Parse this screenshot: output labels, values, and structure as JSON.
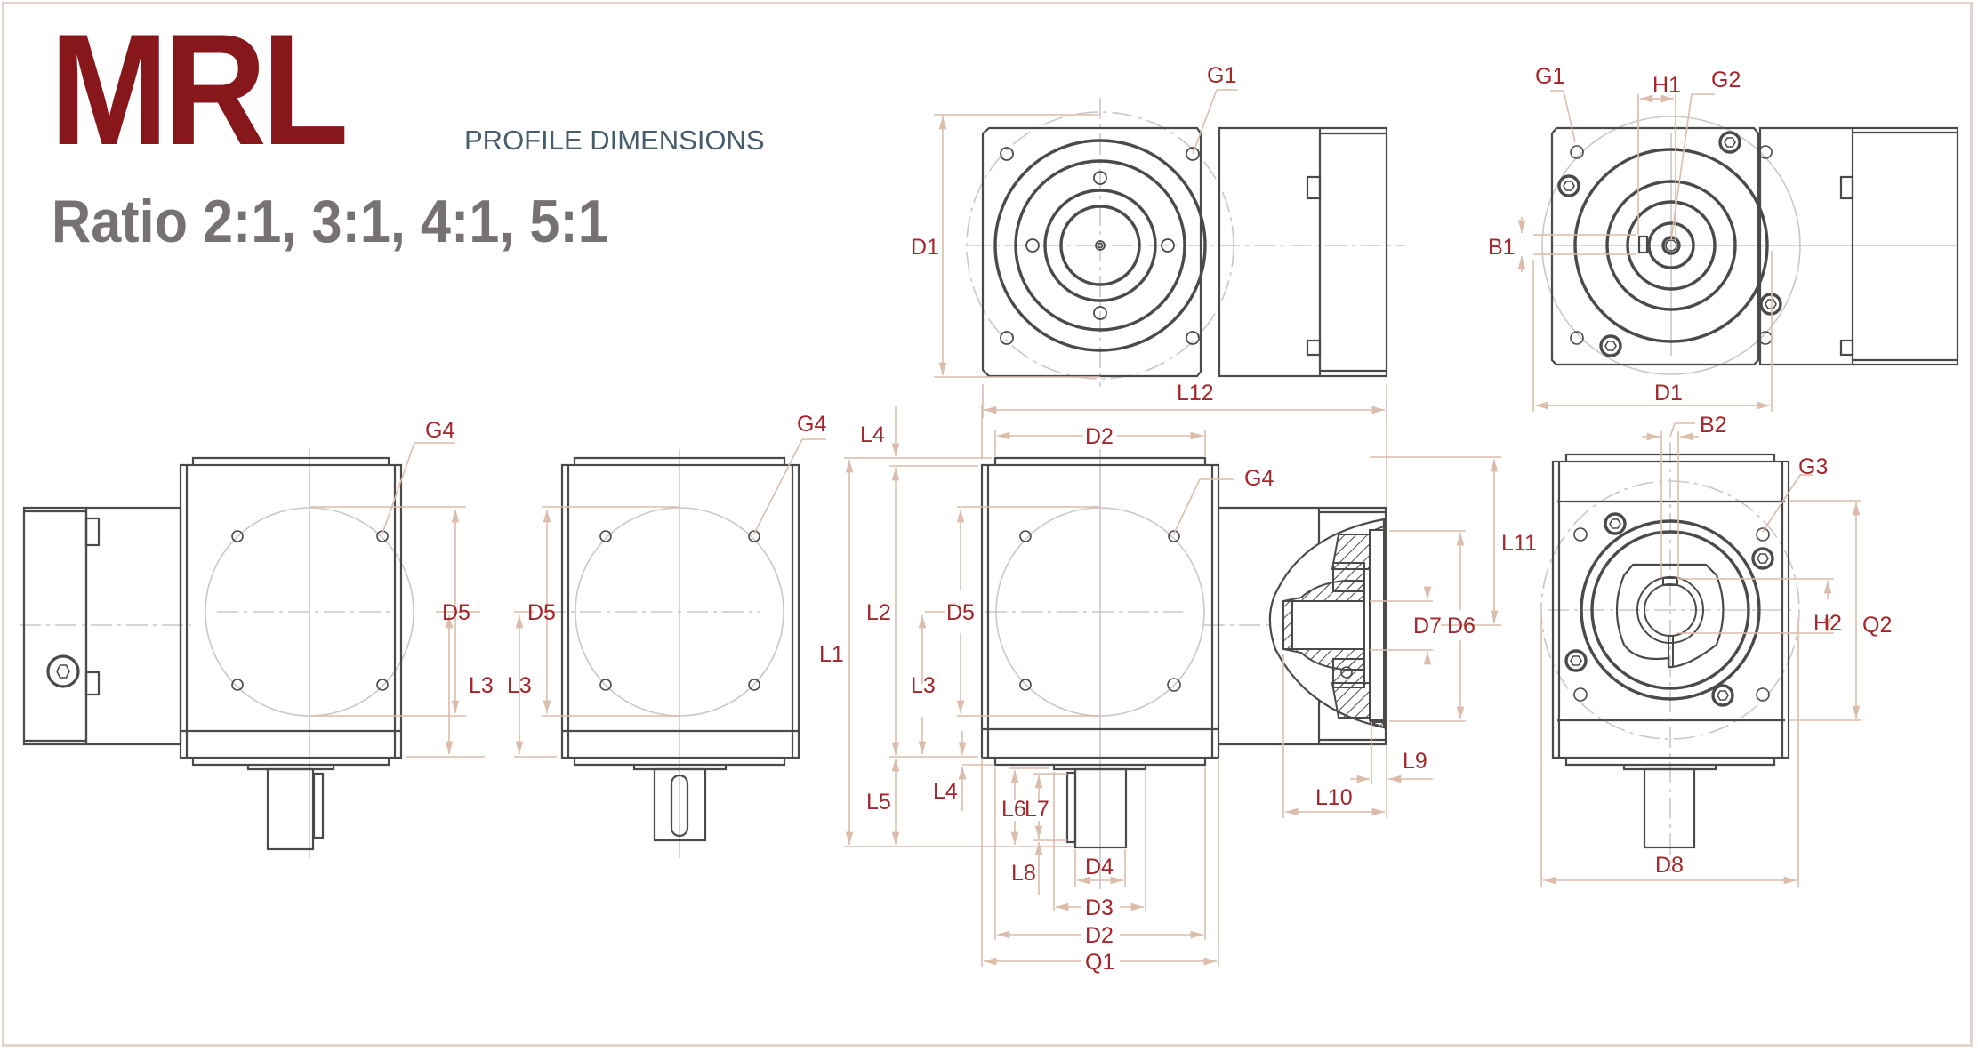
{
  "header": {
    "title": "MRL",
    "subtitle": "PROFILE DIMENSIONS",
    "ratio": "Ratio 2:1, 3:1, 4:1, 5:1"
  },
  "colors": {
    "title": "#88171b",
    "subtitle": "#475c6c",
    "ratio": "#767272",
    "dimension_label": "#a4262a",
    "dimension_line": "#dcbcaa",
    "outline": "#4a4a4a",
    "center_line": "#c8c8c8",
    "frame": "#e2d3cc"
  },
  "views": {
    "top_front": {
      "labels": {
        "g1": "G1",
        "d1": "D1",
        "l12": "L12"
      }
    },
    "top_output": {
      "labels": {
        "g1": "G1",
        "h1": "H1",
        "g2": "G2",
        "b1": "B1",
        "d1": "D1"
      }
    },
    "side_motor": {
      "labels": {
        "g4": "G4",
        "d5": "D5",
        "l3": "L3"
      }
    },
    "side_shaft": {
      "labels": {
        "g4": "G4",
        "d5": "D5",
        "l3": "L3"
      }
    },
    "side_section": {
      "labels": {
        "l4_top": "L4",
        "l2": "L2",
        "l1": "L1",
        "d5": "D5",
        "l3": "L3",
        "l4_bottom": "L4",
        "l5": "L5",
        "l6": "L6",
        "l7": "L7",
        "l8": "L8",
        "d2_top": "D2",
        "g4": "G4",
        "l11": "L11",
        "d7": "D7",
        "d6": "D6",
        "l9": "L9",
        "l10": "L10",
        "d4": "D4",
        "d3": "D3",
        "d2_bottom": "D2",
        "q1": "Q1"
      }
    },
    "end_hollow": {
      "labels": {
        "b2": "B2",
        "g3": "G3",
        "h2": "H2",
        "q2": "Q2",
        "d8": "D8"
      }
    }
  }
}
